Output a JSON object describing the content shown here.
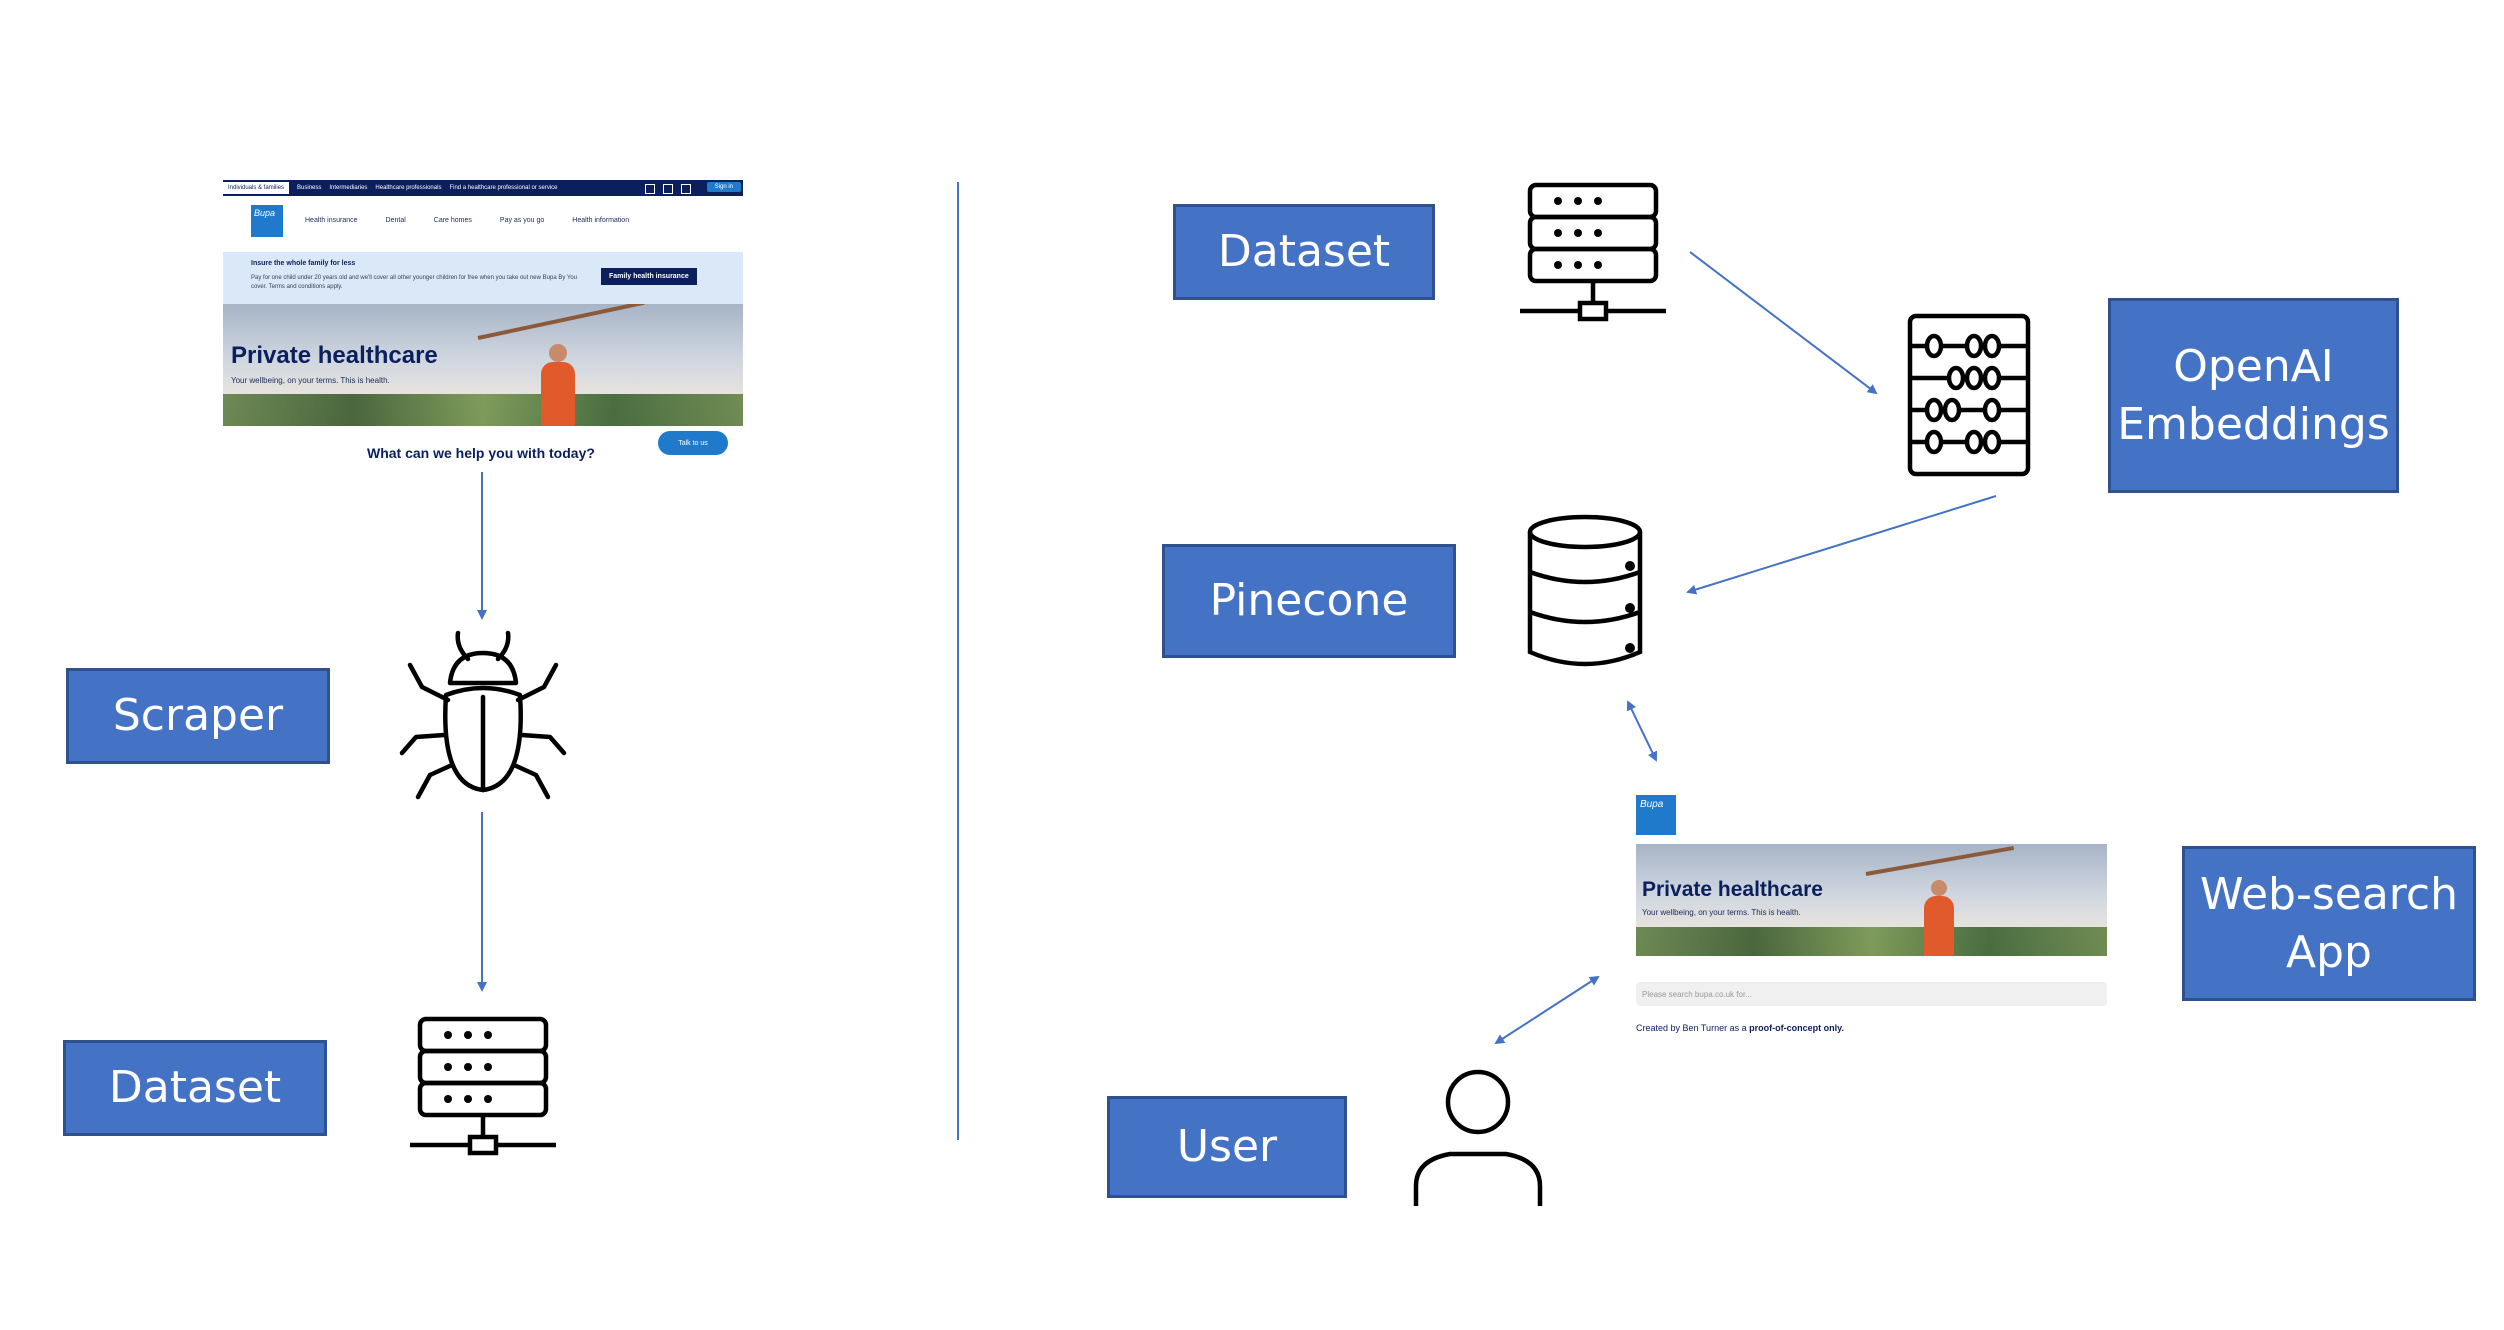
{
  "nodes": {
    "scraper": "Scraper",
    "dataset_left": "Dataset",
    "dataset_right": "Dataset",
    "openai": "OpenAI\nEmbeddings",
    "pinecone": "Pinecone",
    "websearch": "Web-search\nApp",
    "user": "User"
  },
  "screenshot_site": {
    "top_nav": [
      "Individuals & families",
      "Business",
      "Intermediaries",
      "Healthcare professionals",
      "Find a healthcare professional or service"
    ],
    "sign_in": "Sign in",
    "logo": "Bupa",
    "main_nav": [
      "Health insurance",
      "Dental",
      "Care homes",
      "Pay as you go",
      "Health information"
    ],
    "banner_title": "Insure the whole family for less",
    "banner_text": "Pay for one child under 20 years old and we'll cover all other younger children for free when you take out new Bupa By You cover. Terms and conditions apply.",
    "banner_button": "Family health insurance",
    "hero_title": "Private healthcare",
    "hero_subtitle": "Your wellbeing, on your terms. This is health.",
    "question": "What can we help you with today?",
    "talk_button": "Talk to us"
  },
  "screenshot_app": {
    "logo": "Bupa",
    "hero_title": "Private healthcare",
    "hero_subtitle": "Your wellbeing, on your terms. This is health.",
    "search_placeholder": "Please search bupa.co.uk for...",
    "credit_prefix": "Created by",
    "credit_name": "Ben Turner",
    "credit_mid": "as a",
    "credit_emph": "proof-of-concept only."
  },
  "colors": {
    "box_fill": "#4472c4",
    "box_border": "#2f528f",
    "arrow": "#4472c4"
  }
}
